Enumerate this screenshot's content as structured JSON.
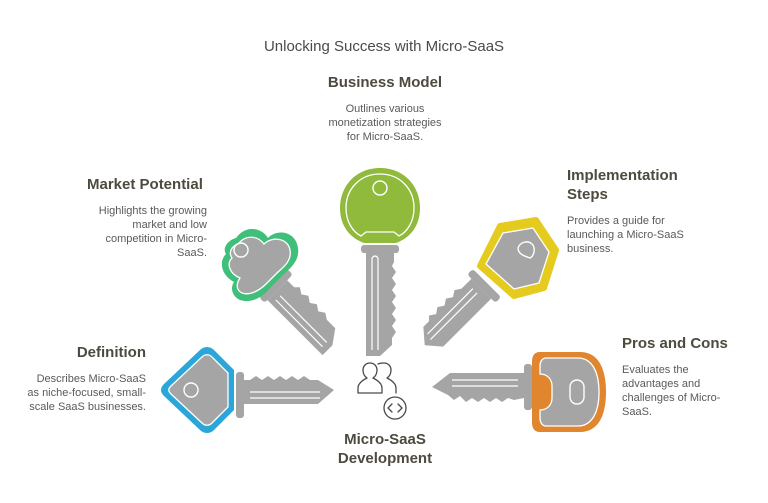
{
  "title": "Unlocking Success with Micro-SaaS",
  "center": {
    "label_line1": "Micro-SaaS",
    "label_line2": "Development",
    "icons": [
      "users-icon",
      "code-icon"
    ]
  },
  "items": [
    {
      "id": "business-model",
      "title": "Business Model",
      "desc_lines": [
        "Outlines various",
        "monetization strategies",
        "for Micro-SaaS."
      ],
      "color": "#8fba3c"
    },
    {
      "id": "market-potential",
      "title": "Market Potential",
      "desc_lines": [
        "Highlights the growing",
        "market and low",
        "competition in Micro-",
        "SaaS."
      ],
      "color": "#3fbf7a"
    },
    {
      "id": "implementation-steps",
      "title_lines": [
        "Implementation",
        "Steps"
      ],
      "desc_lines": [
        "Provides a guide for",
        "launching a Micro-SaaS",
        "business."
      ],
      "color": "#e5cb1e"
    },
    {
      "id": "definition",
      "title": "Definition",
      "desc_lines": [
        "Describes Micro-SaaS",
        "as niche-focused, small-",
        "scale SaaS businesses."
      ],
      "color": "#2aa7d8"
    },
    {
      "id": "pros-and-cons",
      "title": "Pros and Cons",
      "desc_lines": [
        "Evaluates the",
        "advantages and",
        "challenges of Micro-",
        "SaaS."
      ],
      "color": "#e0862f"
    }
  ],
  "key_gray": "#a5a5a5"
}
